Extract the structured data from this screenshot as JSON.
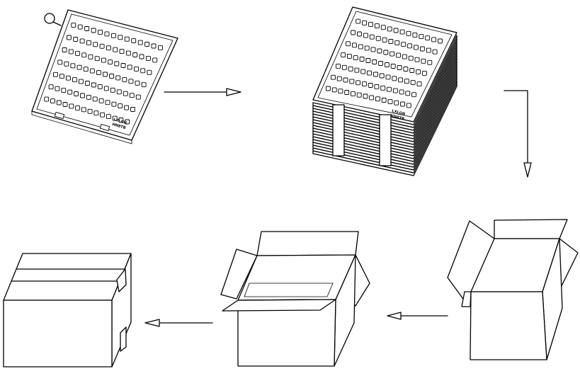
{
  "tray_label": {
    "line1": "LXLGN",
    "line2": "HN8TB"
  },
  "stack_label": {
    "line1": "LXLGN",
    "line2": "HN8TB"
  },
  "colors": {
    "stroke": "#000000",
    "background": "#ffffff"
  }
}
